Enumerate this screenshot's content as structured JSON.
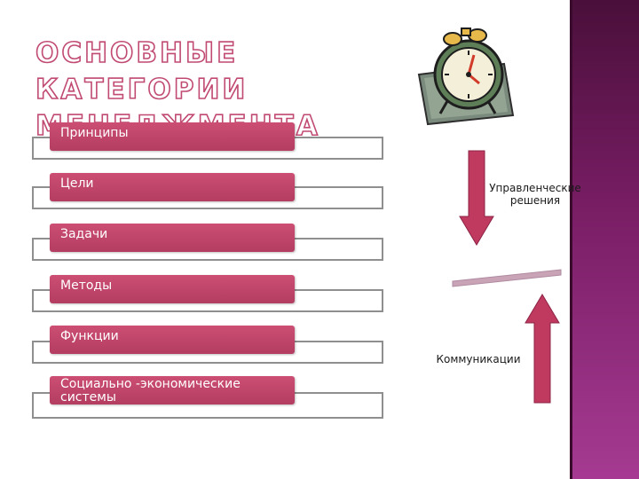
{
  "title": {
    "line1": "ОСНОВНЫЕ КАТЕГОРИИ",
    "line2": "МЕНЕДЖМЕНТА"
  },
  "categories": [
    "Принципы",
    "Цели",
    "Задачи",
    "Методы",
    "Функции",
    "Социально -экономические системы"
  ],
  "labels": {
    "decisions": "Управленческие решения",
    "communications": "Коммуникации"
  },
  "colors": {
    "bar": "#c4466b",
    "arrow": "#c0395f",
    "band_dark": "#4a0f3a",
    "band_light": "#a63a92",
    "bracket": "#8f8f8f"
  }
}
